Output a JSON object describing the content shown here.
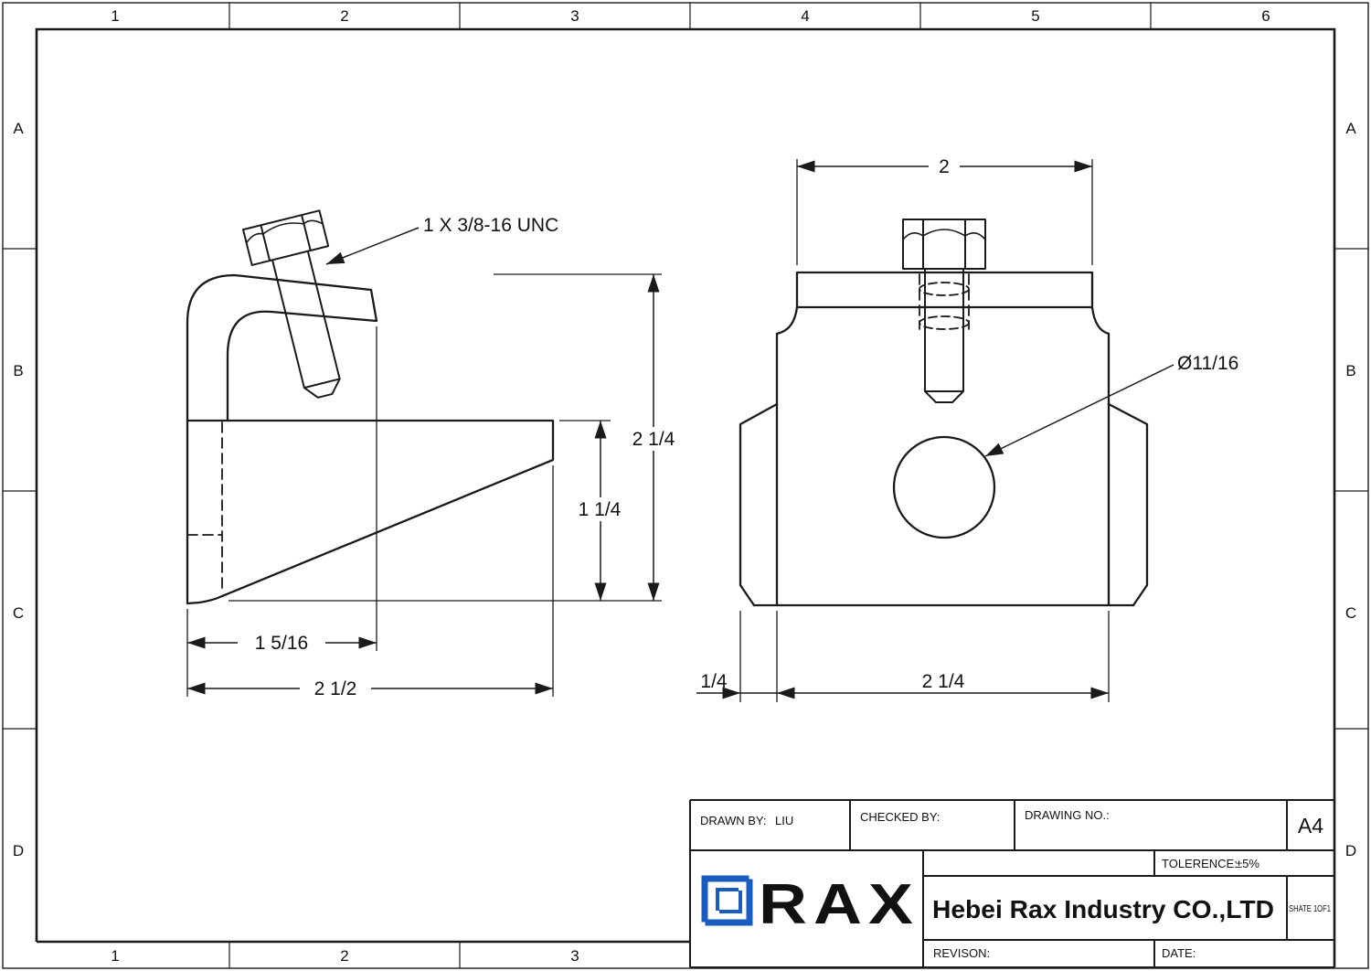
{
  "sheet": {
    "zones": {
      "cols": [
        "1",
        "2",
        "3",
        "4",
        "5",
        "6"
      ],
      "rows": [
        "A",
        "B",
        "C",
        "D"
      ]
    }
  },
  "views": {
    "side": {
      "thread_note": "1 X 3/8-16 UNC",
      "dim_hook_reach": "1 5/16",
      "dim_base_width": "2 1/2",
      "dim_opening_height": "1 1/4",
      "dim_total_height": "2 1/4"
    },
    "front": {
      "dim_top_width": "2",
      "hole_diameter": "Ø11/16",
      "dim_side_offset": "1/4",
      "dim_body_width": "2 1/4"
    }
  },
  "title_block": {
    "drawn_by_label": "DRAWN BY:",
    "drawn_by_value": "LIU",
    "checked_by_label": "CHECKED BY:",
    "drawing_no_label": "DRAWING NO.:",
    "paper_size": "A4",
    "tolerance_label": "TOLERENCE:",
    "tolerance_value": "±5%",
    "company": "Hebei Rax Industry CO.,LTD",
    "sheet_note": "SHATE 1OF1",
    "revision_label": "REVISON:",
    "date_label": "DATE:",
    "logo_text": "RAX",
    "logo_color": "#1a5dc0"
  }
}
